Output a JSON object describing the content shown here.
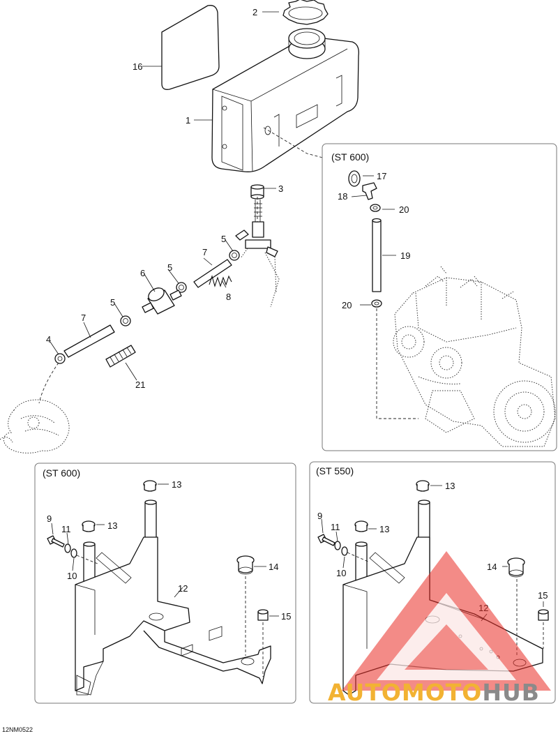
{
  "diagram_code": "12NM0522",
  "panels": {
    "engine": {
      "title": "(ST 600)"
    },
    "bracket_600": {
      "title": "(ST 600)"
    },
    "bracket_550": {
      "title": "(ST 550)"
    }
  },
  "callouts": {
    "c1": "1",
    "c2": "2",
    "c3": "3",
    "c4": "4",
    "c5a": "5",
    "c5b": "5",
    "c5c": "5",
    "c6": "6",
    "c7a": "7",
    "c7b": "7",
    "c8": "8",
    "c16": "16",
    "c21": "21",
    "c17": "17",
    "c18": "18",
    "c19": "19",
    "c20a": "20",
    "c20b": "20",
    "l9": "9",
    "l10": "10",
    "l11": "11",
    "l12": "12",
    "l13a": "13",
    "l13b": "13",
    "l14": "14",
    "l15": "15",
    "r9": "9",
    "r10": "10",
    "r11": "11",
    "r12": "12",
    "r13a": "13",
    "r13b": "13",
    "r14": "14",
    "r15": "15"
  },
  "watermark": {
    "text_a": "AUTOMOTO",
    "text_b": "HUB",
    "color_a": "#f2b233",
    "color_b": "#8a8a8a",
    "logo_color": "#e8302a"
  }
}
